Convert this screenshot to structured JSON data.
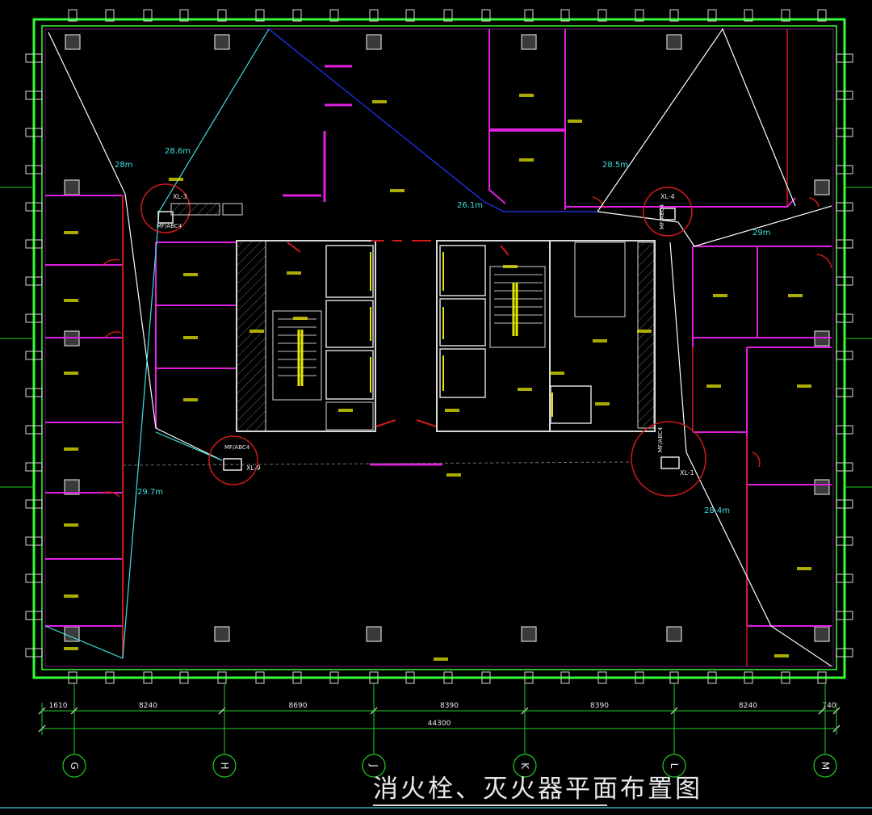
{
  "drawing": {
    "title": "消火栓、灭火器平面布置图",
    "hydrants": [
      {
        "label": "XL-3",
        "extinguisher": "MF/ABC4"
      },
      {
        "label": "XL-4",
        "extinguisher": "MF/ABC4"
      },
      {
        "label": "XL-9",
        "extinguisher": "MF/ABC4"
      },
      {
        "label": "XL-1",
        "extinguisher": "MF/ABC4"
      }
    ],
    "hose_lengths": [
      "28m",
      "28.6m",
      "26.1m",
      "28.5m",
      "29m",
      "29.7m",
      "28.4m"
    ],
    "dimensions": {
      "segments": [
        "1610",
        "8240",
        "8690",
        "8390",
        "8390",
        "8240",
        "740"
      ],
      "total": "44300"
    },
    "axes": [
      "G",
      "H",
      "J",
      "K",
      "L",
      "M"
    ],
    "colors": {
      "background": "#000000",
      "outer_wall": "#33ff33",
      "partition": "#e020e0",
      "red_wall": "#d01a1a",
      "hose_line": "#ffffff",
      "cyan_text": "#40e0e0",
      "grid_axis": "#22cc22",
      "yellow_label": "#e6e600",
      "pipe_blue": "#1d2ccf"
    }
  }
}
